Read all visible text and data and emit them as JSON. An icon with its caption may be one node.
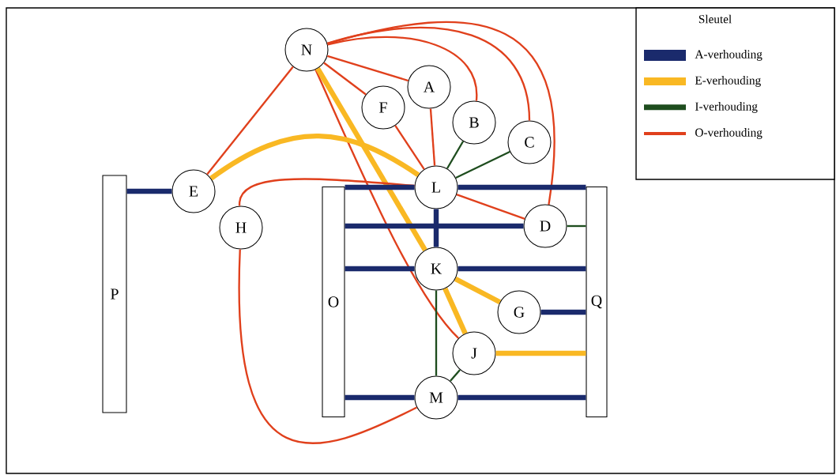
{
  "diagram": {
    "nodes": [
      {
        "text": [
          "N"
        ]
      },
      {
        "text": [
          "A"
        ]
      },
      {
        "text": [
          "F"
        ]
      },
      {
        "text": [
          "B"
        ]
      },
      {
        "text": [
          "C"
        ]
      },
      {
        "text": [
          "E"
        ]
      },
      {
        "text": [
          "L"
        ]
      },
      {
        "text": [
          "H"
        ]
      },
      {
        "text": [
          "D"
        ]
      },
      {
        "text": [
          "K"
        ]
      },
      {
        "text": [
          "G"
        ]
      },
      {
        "text": [
          "J"
        ]
      },
      {
        "text": [
          "M"
        ]
      },
      {
        "text": [
          "P"
        ]
      },
      {
        "text": [
          "O"
        ]
      },
      {
        "text": [
          "Q"
        ]
      }
    ],
    "edges": [
      {
        "from": 0,
        "to": 5,
        "arrow": "none",
        "color": "#e0401c"
      },
      {
        "from": 0,
        "to": 1,
        "arrow": "none",
        "color": "#e0401c"
      },
      {
        "from": 0,
        "to": 2,
        "arrow": "none",
        "color": "#e0401c"
      },
      {
        "from": 0,
        "to": 3,
        "arrow": "none",
        "color": "#e0401c"
      },
      {
        "from": 0,
        "to": 4,
        "arrow": "none",
        "color": "#e0401c"
      },
      {
        "from": 0,
        "to": 8,
        "arrow": "none",
        "color": "#e0401c"
      },
      {
        "from": 0,
        "to": 11,
        "arrow": "none",
        "color": "#e0401c"
      },
      {
        "from": 0,
        "to": 9,
        "arrow": "none",
        "style": "thick",
        "color": "#f9b823"
      },
      {
        "from": 2,
        "to": 6,
        "arrow": "none",
        "color": "#e0401c"
      },
      {
        "from": 1,
        "to": 6,
        "arrow": "none",
        "color": "#e0401c"
      },
      {
        "from": 6,
        "to": 3,
        "arrow": "none",
        "color": "#1e4d1e"
      },
      {
        "from": 6,
        "to": 4,
        "arrow": "none",
        "color": "#1e4d1e"
      },
      {
        "from": 5,
        "to": 6,
        "arrow": "none",
        "style": "thick",
        "color": "#f9b823"
      },
      {
        "from": 13,
        "to": 5,
        "arrow": "none",
        "style": "thick",
        "color": "#1a2a6c"
      },
      {
        "from": 7,
        "to": 6,
        "arrow": "none",
        "color": "#e0401c"
      },
      {
        "from": 7,
        "to": 12,
        "arrow": "none",
        "color": "#e0401c"
      },
      {
        "from": 14,
        "to": 6,
        "arrow": "none",
        "style": "thick",
        "color": "#1a2a6c"
      },
      {
        "from": 6,
        "to": 15,
        "arrow": "none",
        "style": "thick",
        "color": "#1a2a6c"
      },
      {
        "from": 6,
        "to": 8,
        "arrow": "none",
        "color": "#e0401c"
      },
      {
        "from": 6,
        "to": 9,
        "arrow": "none",
        "style": "thick",
        "color": "#1a2a6c"
      },
      {
        "from": 14,
        "to": 8,
        "arrow": "none",
        "style": "thick",
        "color": "#1a2a6c"
      },
      {
        "from": 8,
        "to": 15,
        "arrow": "none",
        "color": "#1e4d1e"
      },
      {
        "from": 14,
        "to": 9,
        "arrow": "none",
        "style": "thick",
        "color": "#1a2a6c"
      },
      {
        "from": 9,
        "to": 15,
        "arrow": "none",
        "style": "thick",
        "color": "#1a2a6c"
      },
      {
        "from": 9,
        "to": 10,
        "arrow": "none",
        "style": "thick",
        "color": "#f9b823"
      },
      {
        "from": 9,
        "to": 11,
        "arrow": "none",
        "style": "thick",
        "color": "#f9b823"
      },
      {
        "from": 9,
        "to": 12,
        "arrow": "none",
        "color": "#1e4d1e"
      },
      {
        "from": 10,
        "to": 15,
        "arrow": "none",
        "style": "thick",
        "color": "#1a2a6c"
      },
      {
        "from": 11,
        "to": 15,
        "arrow": "none",
        "style": "thick",
        "color": "#f9b823"
      },
      {
        "from": 11,
        "to": 12,
        "arrow": "none",
        "color": "#1e4d1e"
      },
      {
        "from": 14,
        "to": 12,
        "arrow": "none",
        "style": "thick",
        "color": "#1a2a6c"
      },
      {
        "from": 12,
        "to": 15,
        "arrow": "none",
        "style": "thick",
        "color": "#1a2a6c"
      }
    ],
    "labels": [
      "Sleutel"
    ],
    "legend": [
      {
        "text": "A-verhouding",
        "color": "#1a2a6c"
      },
      {
        "text": "E-verhouding",
        "color": "#f9b823"
      },
      {
        "text": "I-verhouding",
        "color": "#1e4d1e"
      },
      {
        "text": "O-verhouding",
        "color": "#e0401c"
      }
    ]
  }
}
